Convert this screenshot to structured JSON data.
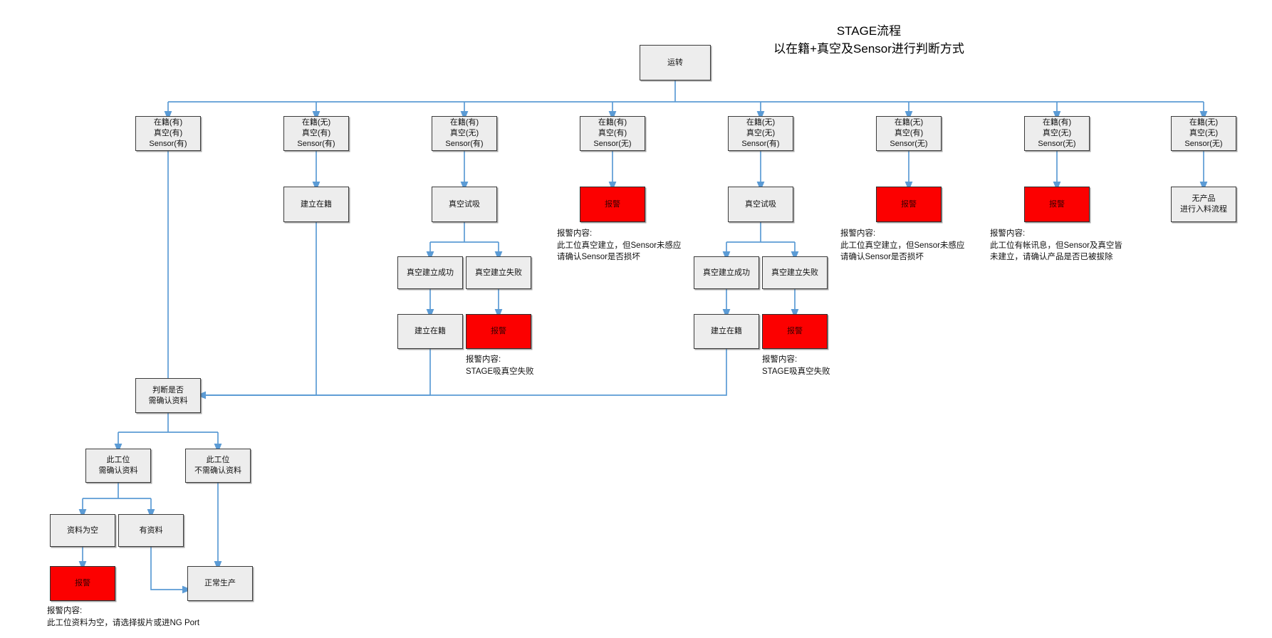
{
  "title": {
    "line1": "STAGE流程",
    "line2": "以在籍+真空及Sensor进行判断方式"
  },
  "colors": {
    "node_fill": "#ededed",
    "node_border": "#3b3b3b",
    "alarm_fill": "#fc0000",
    "connector": "#5b9bd5"
  },
  "nodes": {
    "root": "运转",
    "cond1": "在籍(有)\n真空(有)\nSensor(有)",
    "cond2": "在籍(无)\n真空(有)\nSensor(有)",
    "cond3": "在籍(有)\n真空(无)\nSensor(有)",
    "cond4": "在籍(有)\n真空(有)\nSensor(无)",
    "cond5": "在籍(无)\n真空(无)\nSensor(有)",
    "cond6": "在籍(无)\n真空(有)\nSensor(无)",
    "cond7": "在籍(有)\n真空(无)\nSensor(无)",
    "cond8": "在籍(无)\n真空(无)\nSensor(无)",
    "register2": "建立在籍",
    "vacuum_try3": "真空试吸",
    "alarm4": "报警",
    "vacuum_try5": "真空试吸",
    "alarm6": "报警",
    "alarm7": "报警",
    "no_product8": "无产品\n进行入料流程",
    "vac_ok3": "真空建立成功",
    "vac_fail3": "真空建立失败",
    "register3": "建立在籍",
    "alarm_vac3": "报警",
    "vac_ok5": "真空建立成功",
    "vac_fail5": "真空建立失败",
    "register5": "建立在籍",
    "alarm_vac5": "报警",
    "decide_data": "判断是否\n需确认资料",
    "need_confirm": "此工位\n需确认资料",
    "no_need_confirm": "此工位\n不需确认资料",
    "data_empty": "资料为空",
    "has_data": "有资料",
    "alarm_data": "报警",
    "normal_production": "正常生产"
  },
  "notes": {
    "alarm4": "报警内容:\n此工位真空建立，但Sensor未感应\n请确认Sensor是否损坏",
    "alarm6": "报警内容:\n此工位真空建立，但Sensor未感应\n请确认Sensor是否损坏",
    "alarm7": "报警内容:\n此工位有帐讯息，但Sensor及真空皆\n未建立，请确认产品是否已被拔除",
    "alarm_vac3": "报警内容:\nSTAGE吸真空失败",
    "alarm_vac5": "报警内容:\nSTAGE吸真空失败",
    "alarm_data": "报警内容:\n此工位资料为空，请选择拔片或进NG Port"
  }
}
